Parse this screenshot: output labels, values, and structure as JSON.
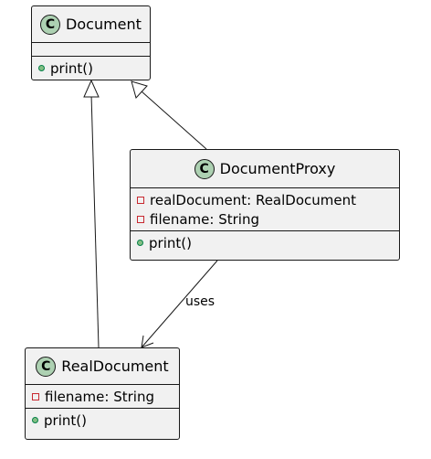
{
  "colors": {
    "class_fill": "#f1f1f1",
    "border": "#181818",
    "class_icon_fill": "#add1b2",
    "private_marker": "#c82930",
    "public_marker": "#84be84"
  },
  "classes": {
    "document": {
      "icon": "C",
      "name": "Document",
      "fields": [],
      "methods": [
        "print()"
      ]
    },
    "document_proxy": {
      "icon": "C",
      "name": "DocumentProxy",
      "fields": [
        "realDocument: RealDocument",
        "filename: String"
      ],
      "methods": [
        "print()"
      ]
    },
    "real_document": {
      "icon": "C",
      "name": "RealDocument",
      "fields": [
        "filename: String"
      ],
      "methods": [
        "print()"
      ]
    }
  },
  "relations": {
    "uses_label": "uses"
  }
}
